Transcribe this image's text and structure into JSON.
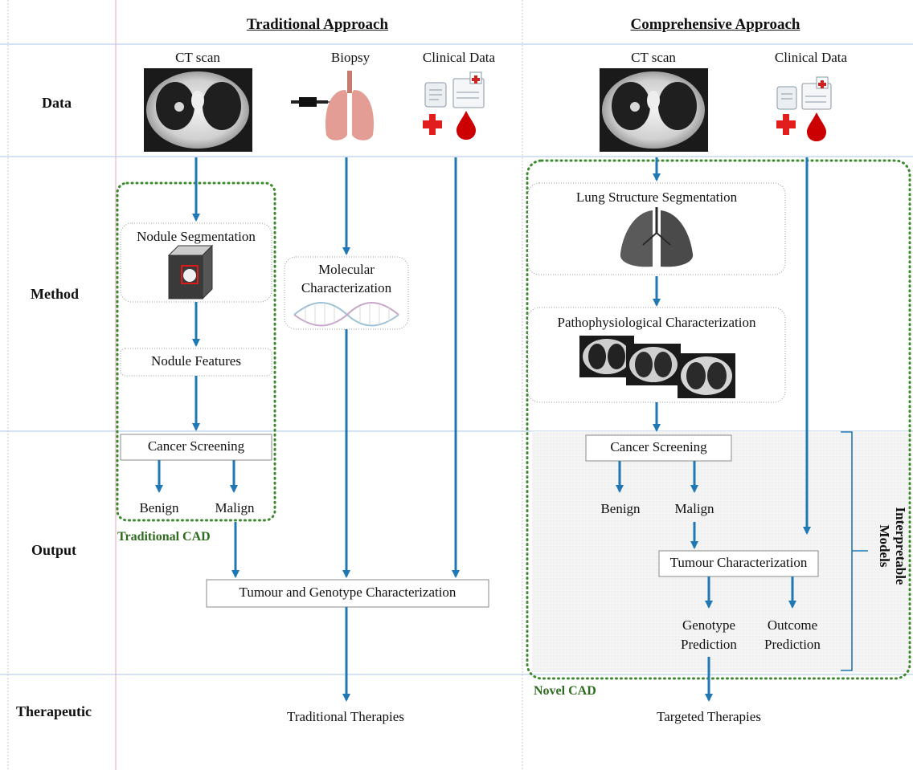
{
  "columns": {
    "traditional": "Traditional Approach",
    "comprehensive": "Comprehensive Approach"
  },
  "rows": {
    "data": "Data",
    "method": "Method",
    "output": "Output",
    "therapeutic": "Therapeutic"
  },
  "traditional": {
    "ct_scan": "CT scan",
    "biopsy": "Biopsy",
    "clinical_data": "Clinical Data",
    "nodule_segmentation": "Nodule Segmentation",
    "nodule_features": "Nodule Features",
    "molecular_line1": "Molecular",
    "molecular_line2": "Characterization",
    "cancer_screening": "Cancer Screening",
    "benign": "Benign",
    "malign": "Malign",
    "cad_label": "Traditional CAD",
    "tumour_genotype": "Tumour and Genotype Characterization",
    "therapies": "Traditional Therapies"
  },
  "comprehensive": {
    "ct_scan": "CT scan",
    "clinical_data": "Clinical Data",
    "lung_segmentation": "Lung Structure Segmentation",
    "pathophysiological": "Pathophysiological Characterization",
    "cancer_screening": "Cancer Screening",
    "benign": "Benign",
    "malign": "Malign",
    "tumour_characterization": "Tumour Characterization",
    "genotype_line1": "Genotype",
    "genotype_line2": "Prediction",
    "outcome_line1": "Outcome",
    "outcome_line2": "Prediction",
    "cad_label": "Novel CAD",
    "interpretable_line1": "Interpretable",
    "interpretable_line2": "Models",
    "therapies": "Targeted Therapies"
  },
  "colors": {
    "arrow": "#1f77b4",
    "grid": "#a9c7e8",
    "cad_border": "#3c8a2e",
    "cad_label": "#2e6b1f"
  }
}
